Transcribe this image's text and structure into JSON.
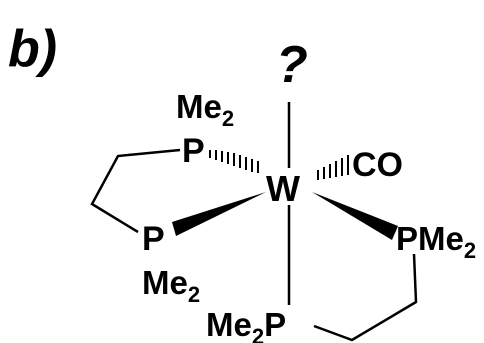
{
  "figure": {
    "panel_label": "b)",
    "unknown_ligand": "?",
    "metal": "W",
    "carbonyl": "CO",
    "ligands": {
      "upper_left_methyl": "Me",
      "upper_left_methyl_sub": "2",
      "upper_left_phosphorus": "P",
      "left_phosphorus": "P",
      "left_methyl": "Me",
      "left_methyl_sub": "2",
      "right_pme2_main": "PMe",
      "right_pme2_sub": "2",
      "bottom_methyl": "Me",
      "bottom_methyl_sub": "2",
      "bottom_phosphorus": "P"
    }
  }
}
